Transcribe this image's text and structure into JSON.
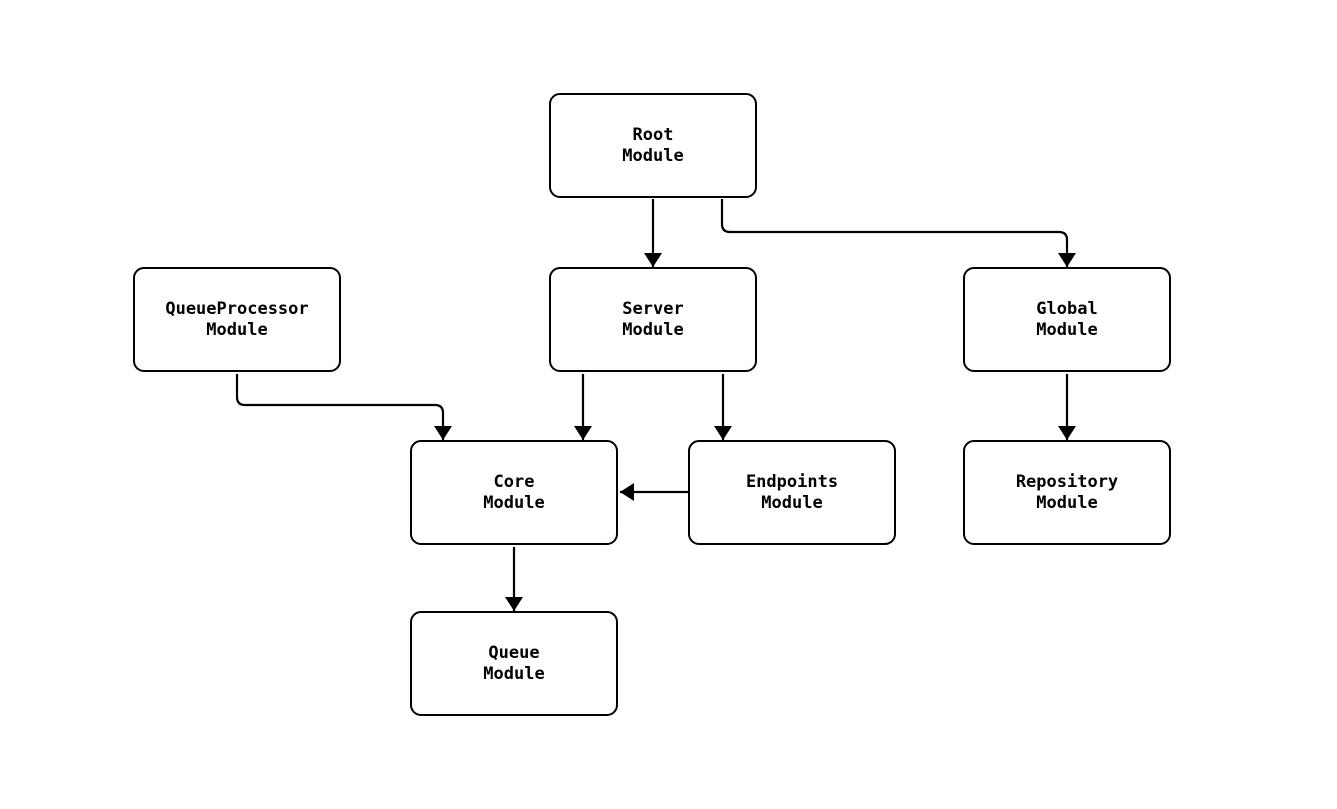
{
  "diagram": {
    "type": "flowchart",
    "direction": "top-down",
    "background_color": "#ffffff",
    "node_fill_color": "#ffffff",
    "node_border_color": "#000000",
    "node_text_color": "#000000",
    "edge_color": "#000000",
    "nodes": [
      {
        "id": "root",
        "line1": "Root",
        "line2": "Module"
      },
      {
        "id": "queueProcessor",
        "line1": "QueueProcessor",
        "line2": "Module"
      },
      {
        "id": "server",
        "line1": "Server",
        "line2": "Module"
      },
      {
        "id": "global",
        "line1": "Global",
        "line2": "Module"
      },
      {
        "id": "core",
        "line1": "Core",
        "line2": "Module"
      },
      {
        "id": "endpoints",
        "line1": "Endpoints",
        "line2": "Module"
      },
      {
        "id": "repository",
        "line1": "Repository",
        "line2": "Module"
      },
      {
        "id": "queue",
        "line1": "Queue",
        "line2": "Module"
      }
    ],
    "edges": [
      {
        "from": "root",
        "to": "server",
        "style": "arrow"
      },
      {
        "from": "root",
        "to": "global",
        "style": "arrow"
      },
      {
        "from": "queueProcessor",
        "to": "core",
        "style": "arrow"
      },
      {
        "from": "server",
        "to": "core",
        "style": "arrow"
      },
      {
        "from": "server",
        "to": "endpoints",
        "style": "arrow"
      },
      {
        "from": "endpoints",
        "to": "core",
        "style": "arrow"
      },
      {
        "from": "global",
        "to": "repository",
        "style": "arrow"
      },
      {
        "from": "core",
        "to": "queue",
        "style": "arrow"
      }
    ]
  }
}
